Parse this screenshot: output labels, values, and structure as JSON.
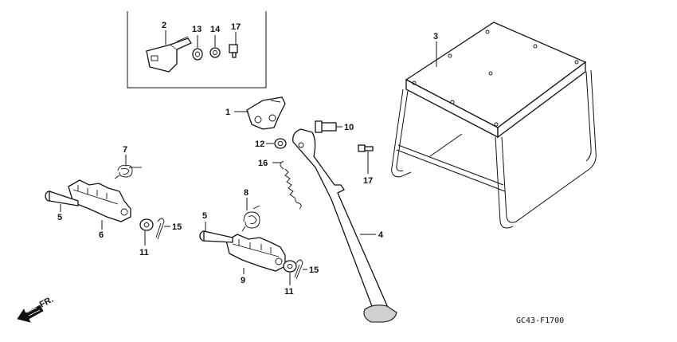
{
  "labels": {
    "l1": "1",
    "l2": "2",
    "l3": "3",
    "l4": "4",
    "l5a": "5",
    "l5b": "5",
    "l6": "6",
    "l7": "7",
    "l8": "8",
    "l9": "9",
    "l10": "10",
    "l11a": "11",
    "l11b": "11",
    "l12": "12",
    "l13": "13",
    "l14": "14",
    "l15a": "15",
    "l15b": "15",
    "l16": "16",
    "l17a": "17",
    "l17b": "17"
  },
  "direction": "FR.",
  "diagram_code": "GC43-F1700"
}
